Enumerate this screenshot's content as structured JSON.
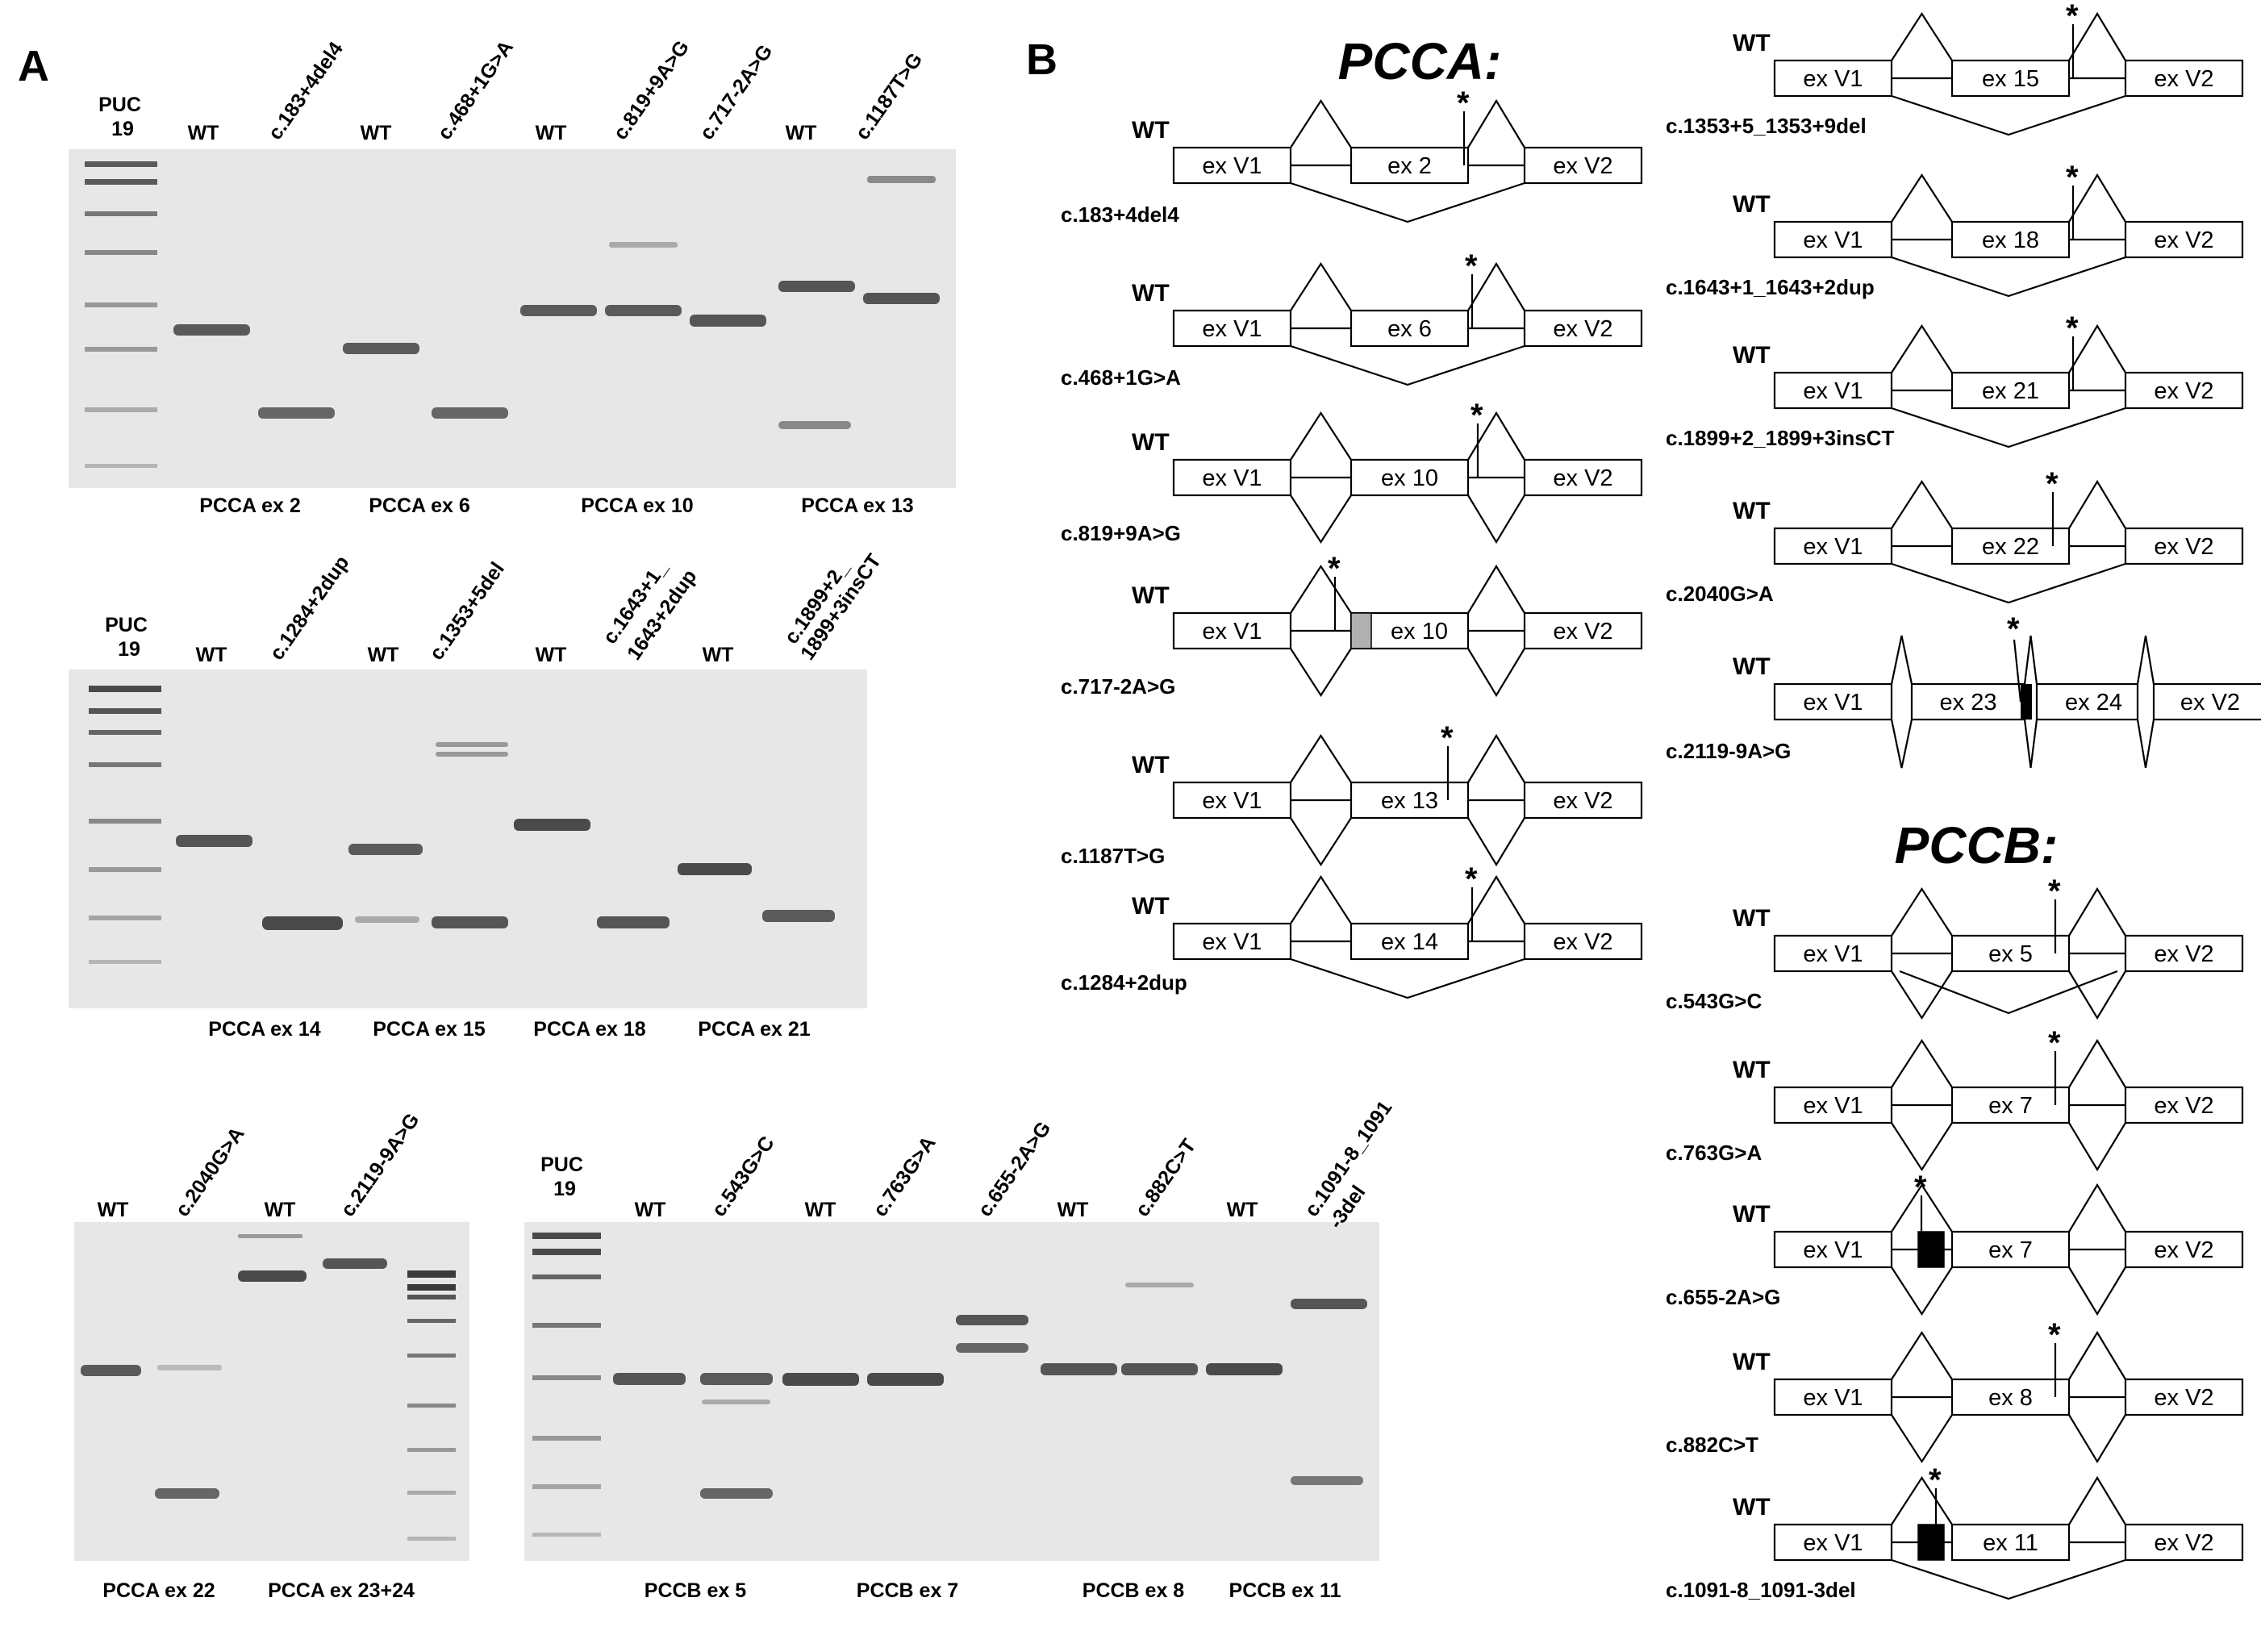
{
  "panel_a": {
    "letter": "A",
    "gel1": {
      "marker_label": "PUC 19",
      "lanes": [
        "WT",
        "c.183+4del4",
        "WT",
        "c.468+1G>A",
        "WT",
        "c.819+9A>G",
        "c.717-2A>G",
        "WT",
        "c.1187T>G"
      ],
      "groups": [
        "PCCA ex 2",
        "PCCA ex 6",
        "PCCA ex 10",
        "PCCA ex 13"
      ]
    },
    "gel2": {
      "marker_label": "PUC 19",
      "lanes": [
        "WT",
        "c.1284+2dup",
        "WT",
        "c.1353+5del",
        "WT",
        "c.1643+1_",
        "1643+2dup",
        "WT",
        "c.1899+2_",
        "1899+3insCT"
      ],
      "groups": [
        "PCCA ex 14",
        "PCCA ex 15",
        "PCCA ex 18",
        "PCCA ex 21"
      ]
    },
    "gel3": {
      "lanes": [
        "WT",
        "c.2040G>A",
        "WT",
        "c.2119-9A>G"
      ],
      "groups": [
        "PCCA ex 22",
        "PCCA ex 23+24"
      ]
    },
    "gel4": {
      "marker_label": "PUC 19",
      "lanes": [
        "WT",
        "c.543G>C",
        "WT",
        "c.763G>A",
        "c.655-2A>G",
        "WT",
        "c.882C>T",
        "WT",
        "c.1091-8_1091",
        "-3del"
      ],
      "groups": [
        "PCCB ex 5",
        "PCCB ex 7",
        "PCCB ex 8",
        "PCCB ex 11"
      ]
    }
  },
  "panel_b": {
    "letter": "B",
    "pcca_title": "PCCA:",
    "pccb_title": "PCCB:",
    "wt": "WT",
    "star": "*",
    "ex_v1": "ex V1",
    "ex_v2": "ex V2",
    "pcca_left": [
      {
        "exon": "ex 2",
        "variant": "c.183+4del4"
      },
      {
        "exon": "ex 6",
        "variant": "c.468+1G>A"
      },
      {
        "exon": "ex 10",
        "variant": "c.819+9A>G"
      },
      {
        "exon": "ex 10",
        "variant": "c.717-2A>G"
      },
      {
        "exon": "ex 13",
        "variant": "c.1187T>G"
      },
      {
        "exon": "ex 14",
        "variant": "c.1284+2dup"
      }
    ],
    "pcca_right": [
      {
        "exon": "ex 15",
        "variant": "c.1353+5_1353+9del"
      },
      {
        "exon": "ex 18",
        "variant": "c.1643+1_1643+2dup"
      },
      {
        "exon": "ex 21",
        "variant": "c.1899+2_1899+3insCT"
      },
      {
        "exon": "ex 22",
        "variant": "c.2040G>A"
      },
      {
        "exon": "ex 23",
        "exon2": "ex 24",
        "variant": "c.2119-9A>G"
      }
    ],
    "pccb": [
      {
        "exon": "ex 5",
        "variant": "c.543G>C"
      },
      {
        "exon": "ex 7",
        "variant": "c.763G>A"
      },
      {
        "exon": "ex 7",
        "variant": "c.655-2A>G"
      },
      {
        "exon": "ex 8",
        "variant": "c.882C>T"
      },
      {
        "exon": "ex 11",
        "variant": "c.1091-8_1091-3del"
      }
    ]
  }
}
